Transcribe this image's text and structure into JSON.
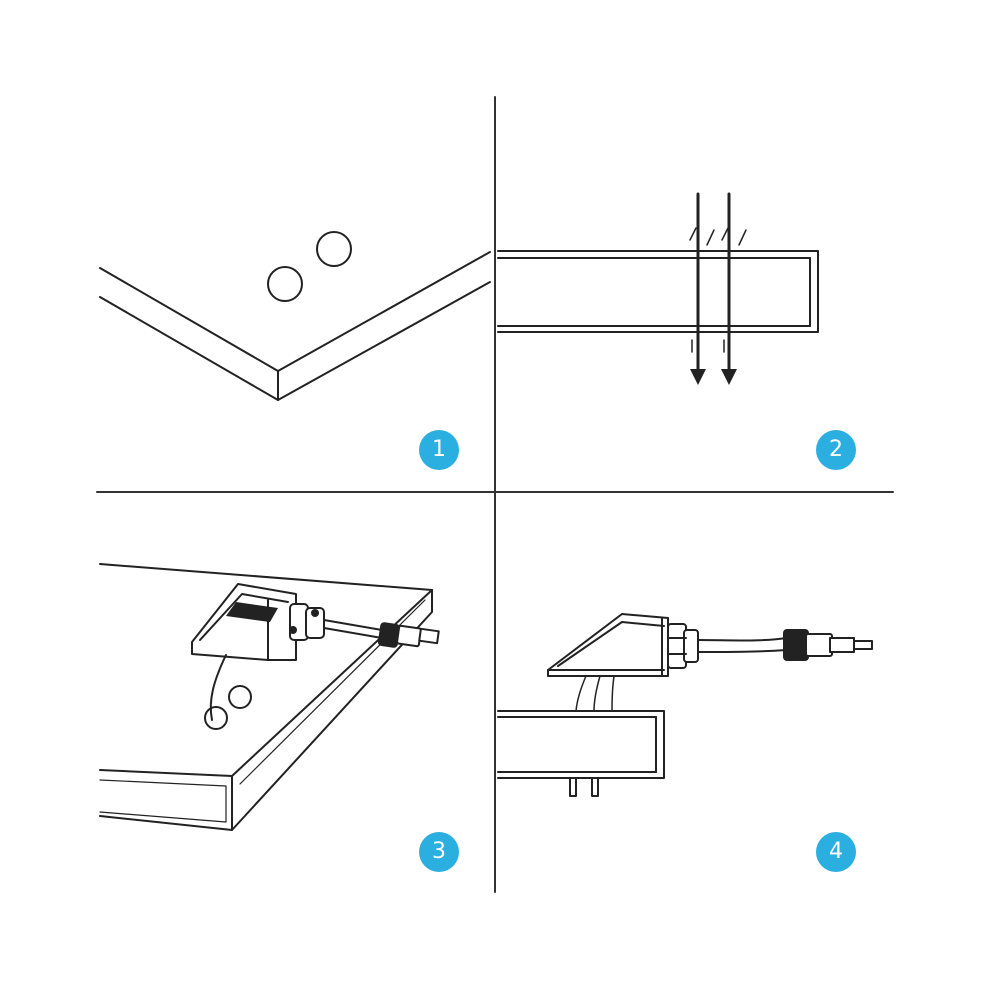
{
  "steps": [
    {
      "number": "1"
    },
    {
      "number": "2"
    },
    {
      "number": "3"
    },
    {
      "number": "4"
    }
  ],
  "colors": {
    "badge": "#2bafe0",
    "line": "#222222",
    "background": "#ffffff"
  },
  "icons": [
    "down-arrow-icon",
    "down-arrow-icon"
  ]
}
